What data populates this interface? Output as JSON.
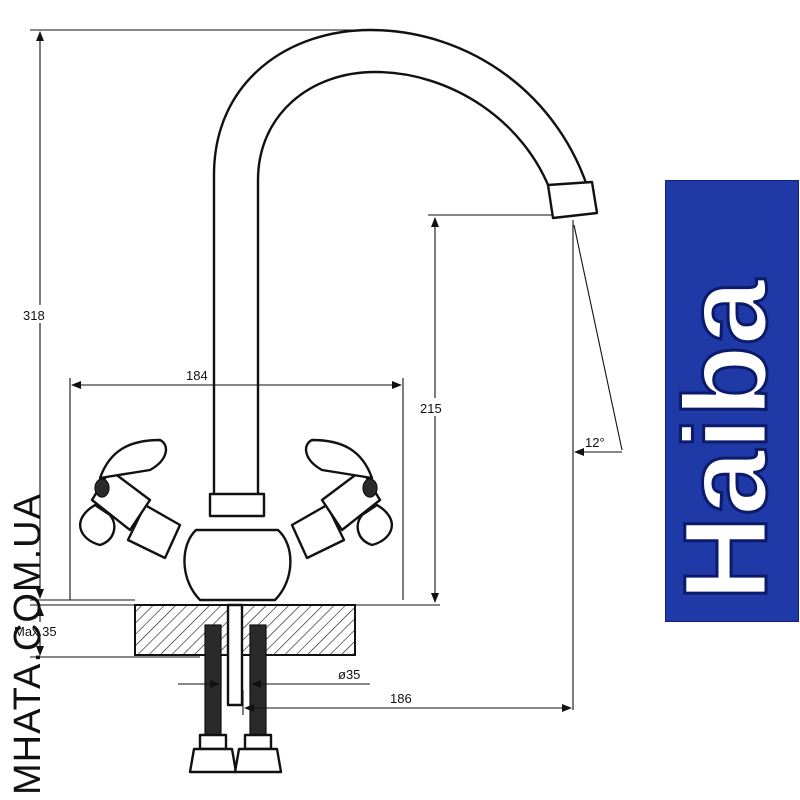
{
  "dimensions": {
    "height_total": "318",
    "width_handles": "184",
    "spout_height": "215",
    "angle": "12°",
    "max_counter": "Max.35",
    "hole_diameter": "ø35",
    "spout_reach": "186"
  },
  "brand": {
    "name": "Haiba",
    "background": "#1f3aa6",
    "text_color": "#ffffff"
  },
  "watermark": {
    "text": "MHATA.COM.UA"
  }
}
